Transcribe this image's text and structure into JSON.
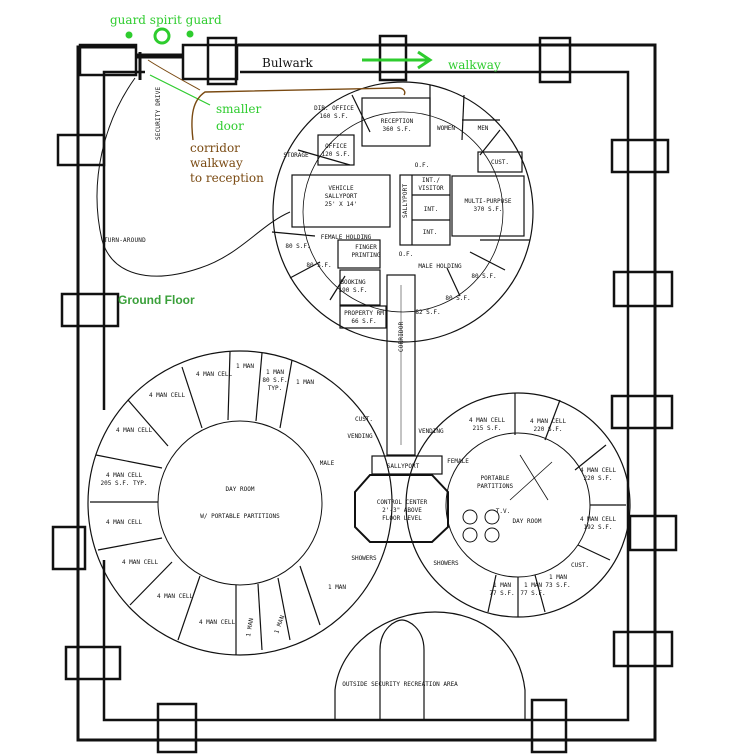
{
  "annotations": {
    "guard_spirit_guard": "guard spirit guard",
    "bulwark": "Bulwark",
    "walkway": "walkway",
    "smaller_door": [
      "smaller",
      "door"
    ],
    "corridor_walkway": [
      "corridor",
      "walkway",
      "to reception"
    ],
    "ground_floor": "Ground Floor"
  },
  "rooms": {
    "security_drive": "SECURITY DRIVE",
    "turn_around": "TURN-AROUND",
    "dir_office": [
      "DIR. OFFICE",
      "160 S.F."
    ],
    "reception": [
      "RECEPTION",
      "360 S.F."
    ],
    "women": "WOMEN",
    "men": "MEN",
    "storage": "STORAGE",
    "office": [
      "OFFICE",
      "120 S.F."
    ],
    "cust_top": "CUST.",
    "of_top": "O.F.",
    "vehicle_sallyport": [
      "VEHICLE",
      "SALLYPORT",
      "25' X 14'"
    ],
    "sallyport_vertical": "SALLYPORT",
    "int_visitor": [
      "INT./",
      "VISITOR"
    ],
    "int1": "INT.",
    "int2": "INT.",
    "multi_purpose": [
      "MULTI-PURPOSE",
      "370 S.F."
    ],
    "female_holding": "FEMALE HOLDING",
    "finger_printing": [
      "FINGER",
      "PRINTING"
    ],
    "of_mid": "O.F.",
    "male_holding": "MALE HOLDING",
    "sf80_a": "80 S.F.",
    "sf80_b": "80 S.F.",
    "sf80_c": "80 S.F.",
    "sf80_d": "80 S.F.",
    "sf82": "82 S.F.",
    "booking": [
      "BOOKING",
      "190 S.F."
    ],
    "property_rm": [
      "PROPERTY RM",
      "66 S.F."
    ],
    "corridor": "CORRIDOR",
    "male_cells": {
      "four_man_1": "4 MAN CELL",
      "four_man_2": "4 MAN CELL",
      "four_man_3": "4 MAN CELL",
      "four_man_4": [
        "4 MAN CELL",
        "205 S.F. TYP."
      ],
      "four_man_5": "4 MAN CELL",
      "four_man_6": "4 MAN CELL",
      "four_man_7": "4 MAN CELL",
      "four_man_8": "4 MAN CELL",
      "one_man_a": "1 MAN",
      "one_man_b": [
        "1 MAN",
        "80 S.F.",
        "TYP."
      ],
      "one_man_c": "1 MAN",
      "one_man_d": "1 MAN",
      "one_man_e": "1 MAN",
      "one_man_f": "1 MAN"
    },
    "day_room_male": [
      "DAY ROOM",
      "W/ PORTABLE PARTITIONS"
    ],
    "cust_mid": "CUST.",
    "vending_left": "VENDING",
    "vending_right": "VENDING",
    "male": "MALE",
    "female": "FEMALE",
    "sallyport_mid": "SALLYPORT",
    "control_center": [
      "CONTROL CENTER",
      "2'-3\" ABOVE",
      "FLOOR LEVEL"
    ],
    "showers_left": "SHOWERS",
    "showers_right": "SHOWERS",
    "female_cells": {
      "four_man_a": [
        "4 MAN CELL",
        "215 S.F."
      ],
      "four_man_b": [
        "4 MAN CELL",
        "220 S.F."
      ],
      "four_man_c": [
        "4 MAN CELL",
        "220 S.F."
      ],
      "four_man_d": [
        "4 MAN CELL",
        "192 S.F."
      ],
      "one_man_a": [
        "1 MAN",
        "77 S.F."
      ],
      "one_man_b": [
        "1 MAN",
        "77 S.F."
      ],
      "one_man_c": [
        "1 MAN",
        "73 S.F."
      ]
    },
    "portable_partitions": [
      "PORTABLE",
      "PARTITIONS"
    ],
    "tv": "T.V.",
    "day_room_female": "DAY ROOM",
    "cust_female": "CUST.",
    "outside_rec": "OUTSIDE SECURITY RECREATION AREA"
  },
  "colors": {
    "annotation_green": "#2ecc2e",
    "annotation_brown": "#7a4a12",
    "ground_floor_green": "#3aa03a",
    "line": "#111111"
  }
}
